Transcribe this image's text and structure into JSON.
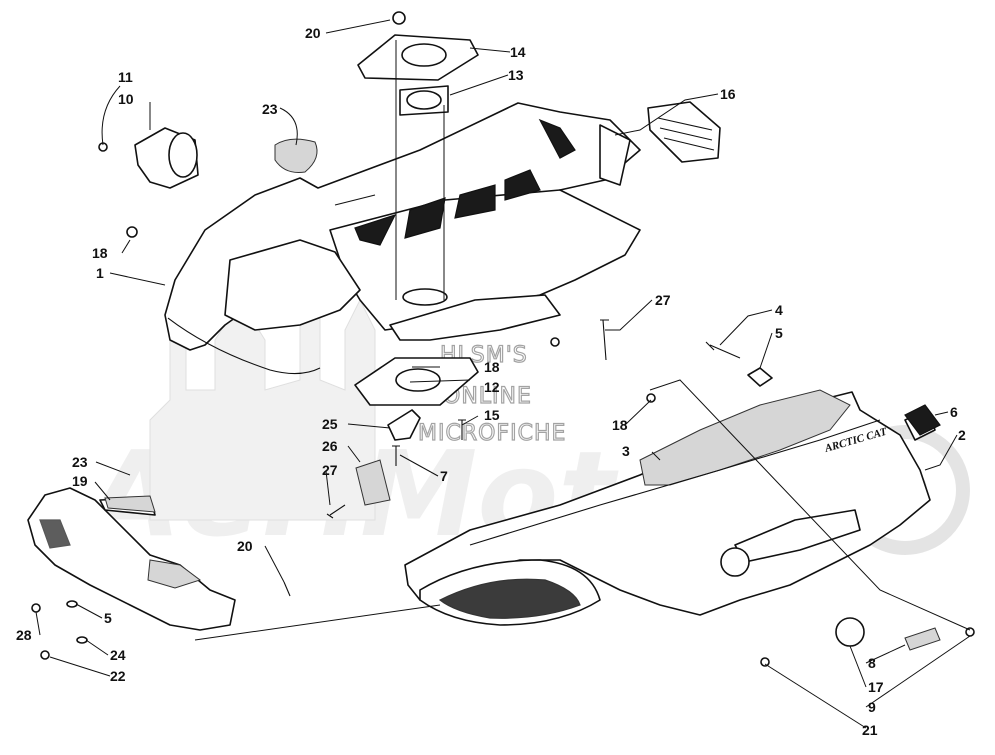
{
  "watermark": {
    "line1": "HLSM'S",
    "line2": "ONLINE",
    "line3": "MICROFICHE",
    "logo_text": "AeriMotor"
  },
  "decal_text": "ARCTIC CAT",
  "callouts": [
    "20",
    "14",
    "13",
    "11",
    "10",
    "23",
    "16",
    "18",
    "1",
    "27",
    "4",
    "5",
    "18",
    "12",
    "15",
    "25",
    "26",
    "7",
    "27",
    "18",
    "3",
    "6",
    "2",
    "23",
    "19",
    "20",
    "28",
    "5",
    "24",
    "22",
    "8",
    "17",
    "9",
    "21"
  ]
}
